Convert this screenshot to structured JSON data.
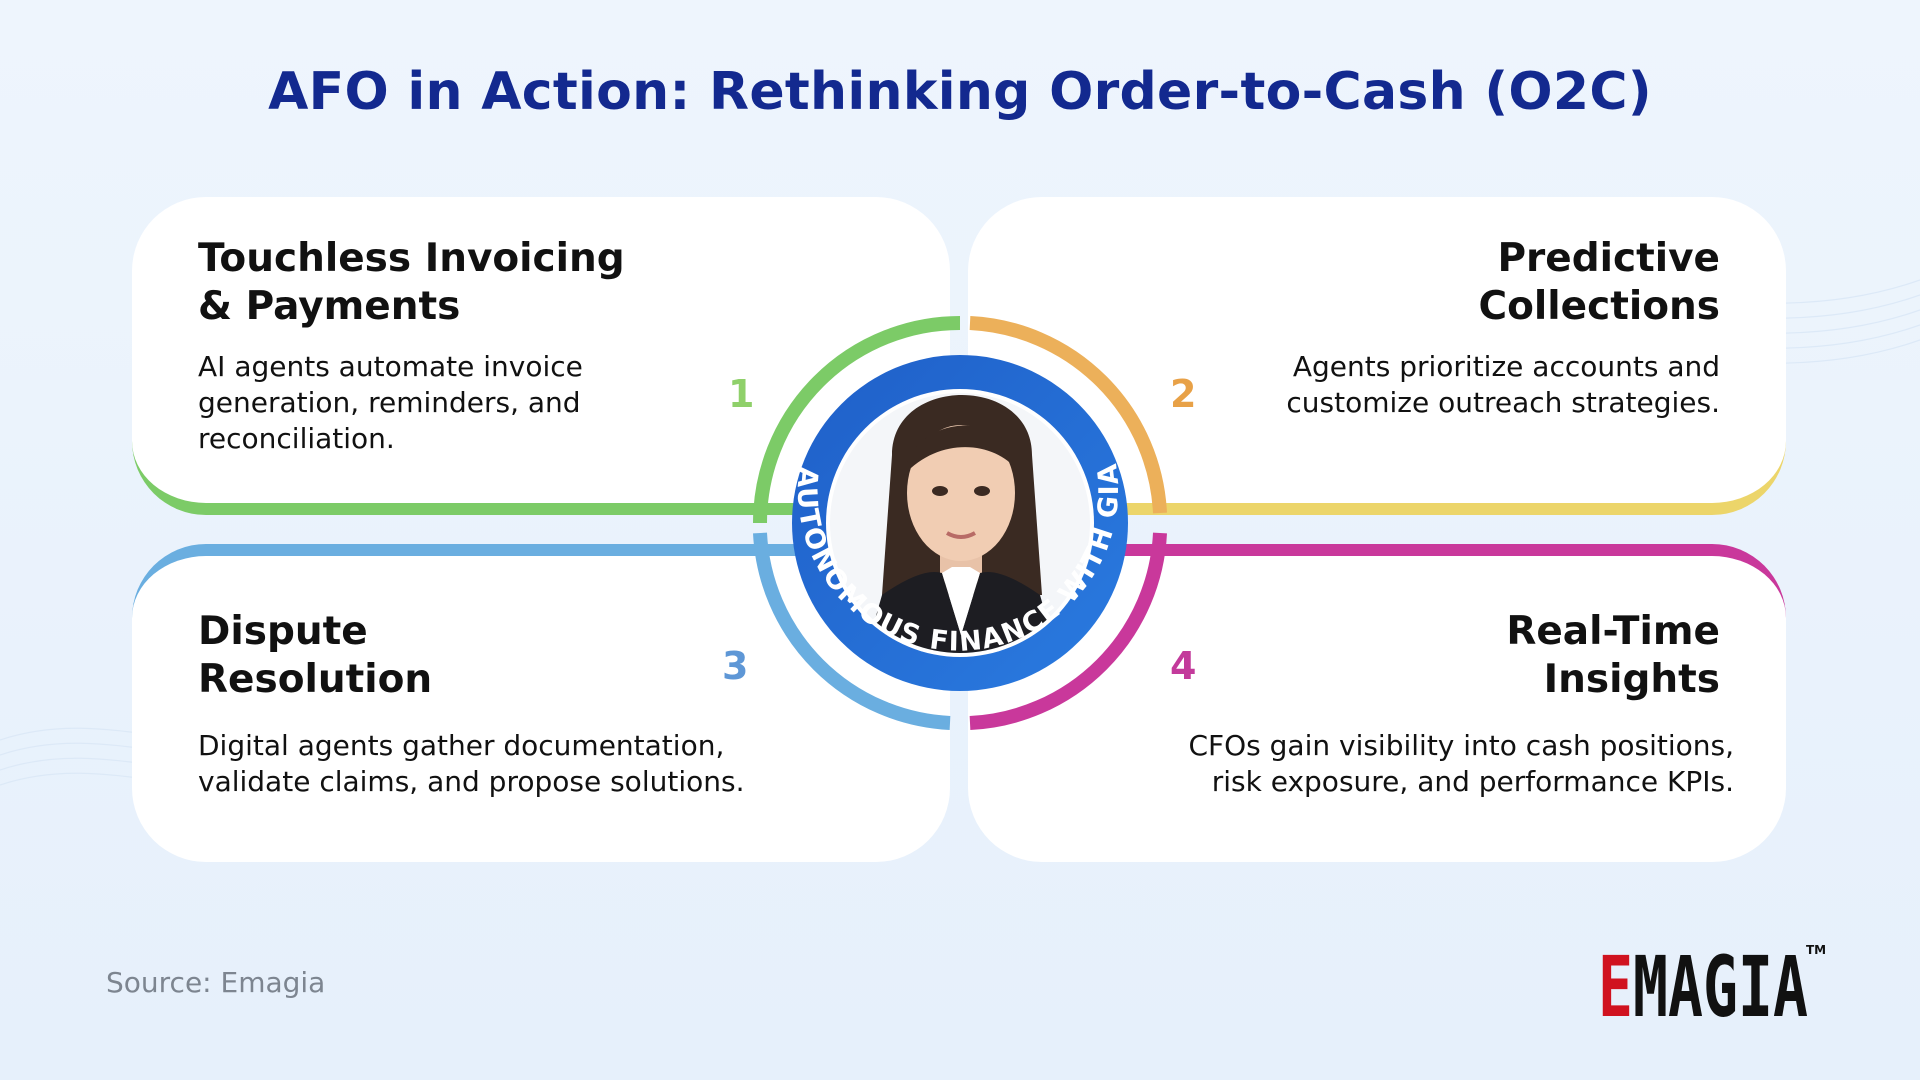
{
  "title": "AFO in Action: Rethinking Order-to-Cash (O2C)",
  "center": {
    "ring_text": "AUTONOMOUS FINANCE WITH GIA",
    "avatar_icon": "virtual-assistant-woman-avatar"
  },
  "cards": [
    {
      "number": "1",
      "title_line1": "Touchless Invoicing",
      "title_line2": "& Payments",
      "desc_line1": "AI agents automate invoice",
      "desc_line2": "generation, reminders, and",
      "desc_line3": "reconciliation.",
      "color": "#7ccb67"
    },
    {
      "number": "2",
      "title_line1": "Predictive",
      "title_line2": "Collections",
      "desc_line1": "Agents prioritize accounts and",
      "desc_line2": "customize outreach strategies.",
      "color": "#ecd56a"
    },
    {
      "number": "3",
      "title_line1": "Dispute",
      "title_line2": "Resolution",
      "desc_line1": "Digital agents gather documentation,",
      "desc_line2": "validate claims, and propose solutions.",
      "color": "#6aaee0"
    },
    {
      "number": "4",
      "title_line1": "Real-Time",
      "title_line2": "Insights",
      "desc_line1": "CFOs gain visibility into cash positions,",
      "desc_line2": "risk exposure, and performance KPIs.",
      "color": "#c9389b"
    }
  ],
  "footer": {
    "source": "Source: Emagia",
    "logo_text": "EMAGIA",
    "logo_tm": "TM",
    "logo_color": "#d0121f"
  }
}
